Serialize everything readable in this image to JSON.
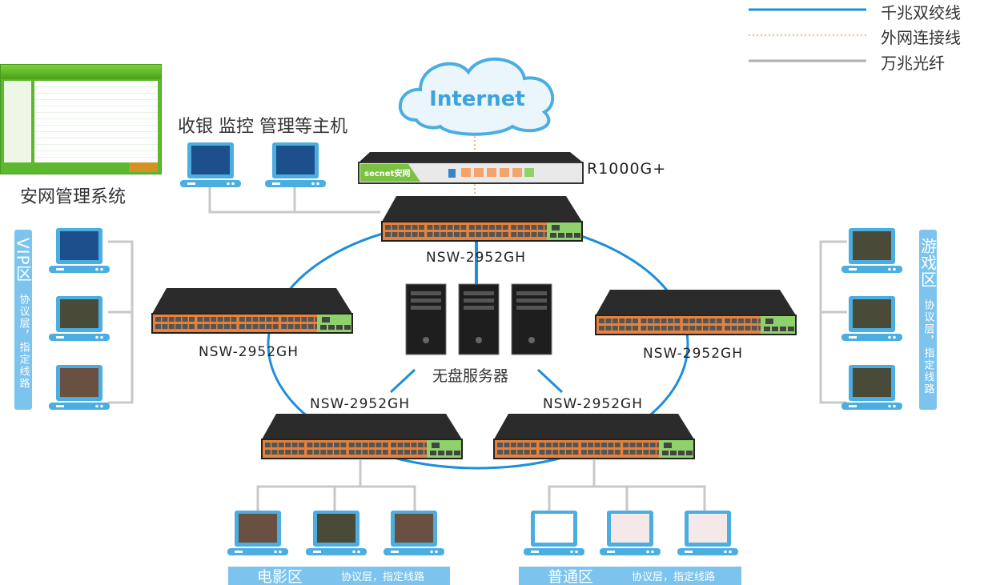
{
  "legend": [
    {
      "label": "千兆双绞线",
      "color": "#1e8fd8",
      "style": "solid"
    },
    {
      "label": "外网连接线",
      "color": "#f0a060",
      "style": "dotted"
    },
    {
      "label": "万兆光纤",
      "color": "#b0b0b0",
      "style": "solid"
    }
  ],
  "cloud": {
    "label": "Internet"
  },
  "router": {
    "model": "R1000G+",
    "brand": "secnet安网"
  },
  "switches": {
    "core": "NSW-2952GH",
    "left": "NSW-2952GH",
    "right": "NSW-2952GH",
    "bottom_left": "NSW-2952GH",
    "bottom_right": "NSW-2952GH"
  },
  "servers": {
    "label": "无盘服务器"
  },
  "hosts": {
    "label": "收银 监控 管理等主机"
  },
  "management": {
    "label": "安网管理系统"
  },
  "zones": {
    "vip": {
      "title": "VIP区",
      "note": "协议层，指定线路"
    },
    "game": {
      "title": "游戏区",
      "note": "协议层，指定线路"
    },
    "movie": {
      "title": "电影区",
      "note": "协议层，指定线路"
    },
    "normal": {
      "title": "普通区",
      "note": "协议层，指定线路"
    }
  },
  "colors": {
    "ring": "#1e8fd8",
    "accent": "#7cc4ee",
    "laptop": "#4aaee0",
    "switch_ports": "#e8823a"
  }
}
